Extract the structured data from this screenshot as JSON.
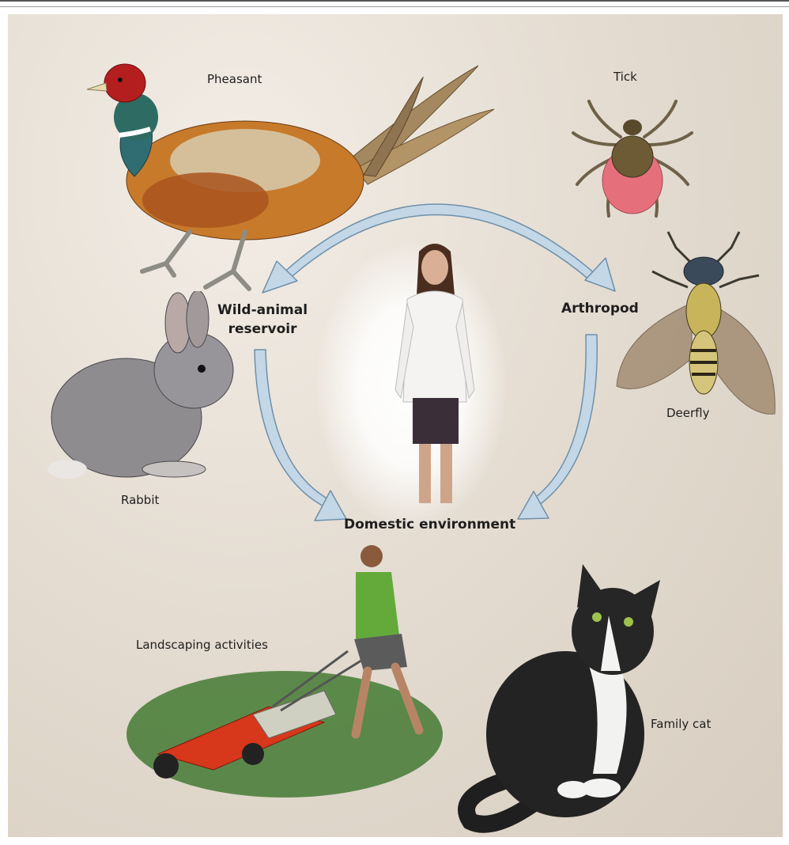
{
  "labels": {
    "pheasant": "Pheasant",
    "tick": "Tick",
    "wild_animal_reservoir": "Wild-animal\nreservoir",
    "arthropod": "Arthropod",
    "rabbit": "Rabbit",
    "deerfly": "Deerfly",
    "domestic_environment": "Domestic environment",
    "landscaping_activities": "Landscaping activities",
    "family_cat": "Family cat"
  },
  "colors": {
    "arrow_fill": "#c3d7e6",
    "arrow_stroke": "#6f90aa",
    "background": "#e2d9cd"
  }
}
